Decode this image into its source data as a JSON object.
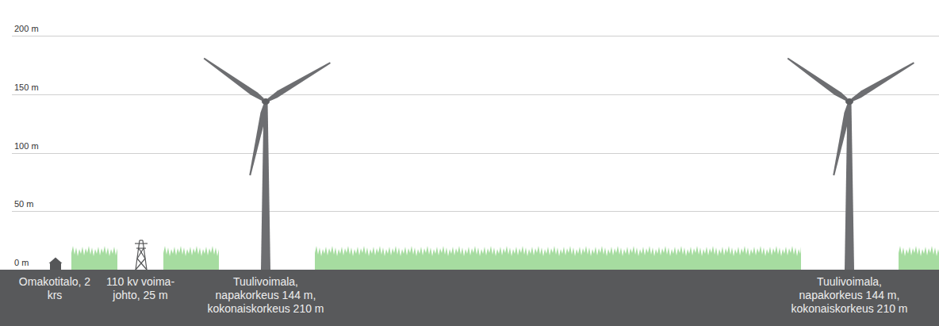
{
  "diagram": {
    "labels": [
      "200 m",
      "150 m",
      "100 m",
      "50 m",
      "0 m",
      "Omakotitalo, 2 krs",
      "110 kv voima- johto, 25 m",
      "Tuulivoimala, napakorkeus 144 m, kokonaiskorkeus 210 m",
      "Tuulivoimala, napakorkeus 144 m, kokonaiskorkeus 210 m"
    ]
  }
}
